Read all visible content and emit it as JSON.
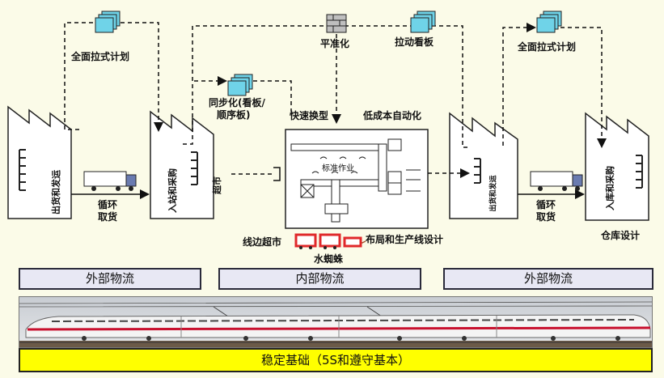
{
  "left": {
    "ship_label": "出货和发运",
    "plan_label": "全面拉式计划",
    "loop_label_1": "循环",
    "loop_label_2": "取货",
    "receive_label": "入站和采购",
    "supermarket_label": "超市"
  },
  "middle": {
    "sync_label_1": "同步化(看板/",
    "sync_label_2": "顺序板)",
    "level_label": "平准化",
    "kanban_label": "拉动看板",
    "quick_change_label": "快速换型",
    "automation_label": "低成本自动化",
    "standard_work_label": "标准作业",
    "line_supermarket_label": "线边超市",
    "layout_label": "布局和生产线设计",
    "water_spider_label": "水蜘蛛"
  },
  "right": {
    "plan_label": "全面拉式计划",
    "ship_label": "出货和发运",
    "receive_label": "入库和采购",
    "loop_label_1": "循环",
    "loop_label_2": "取货",
    "warehouse_label": "仓库设计"
  },
  "bands": [
    "外部物流",
    "内部物流",
    "外部物流"
  ],
  "foundation_label": "稳定基础（5S和遵守基本）",
  "colors": {
    "band_fill": "#e8e8f4",
    "foundation_fill": "#ffff00",
    "doc_icon": "#6fd3e8",
    "wagon": "#e0282a",
    "background": "#fbfbe8"
  },
  "icons": [
    "document-icon",
    "brick-icon",
    "truck-icon",
    "factory-icon",
    "train-image",
    "wagon-icon"
  ]
}
